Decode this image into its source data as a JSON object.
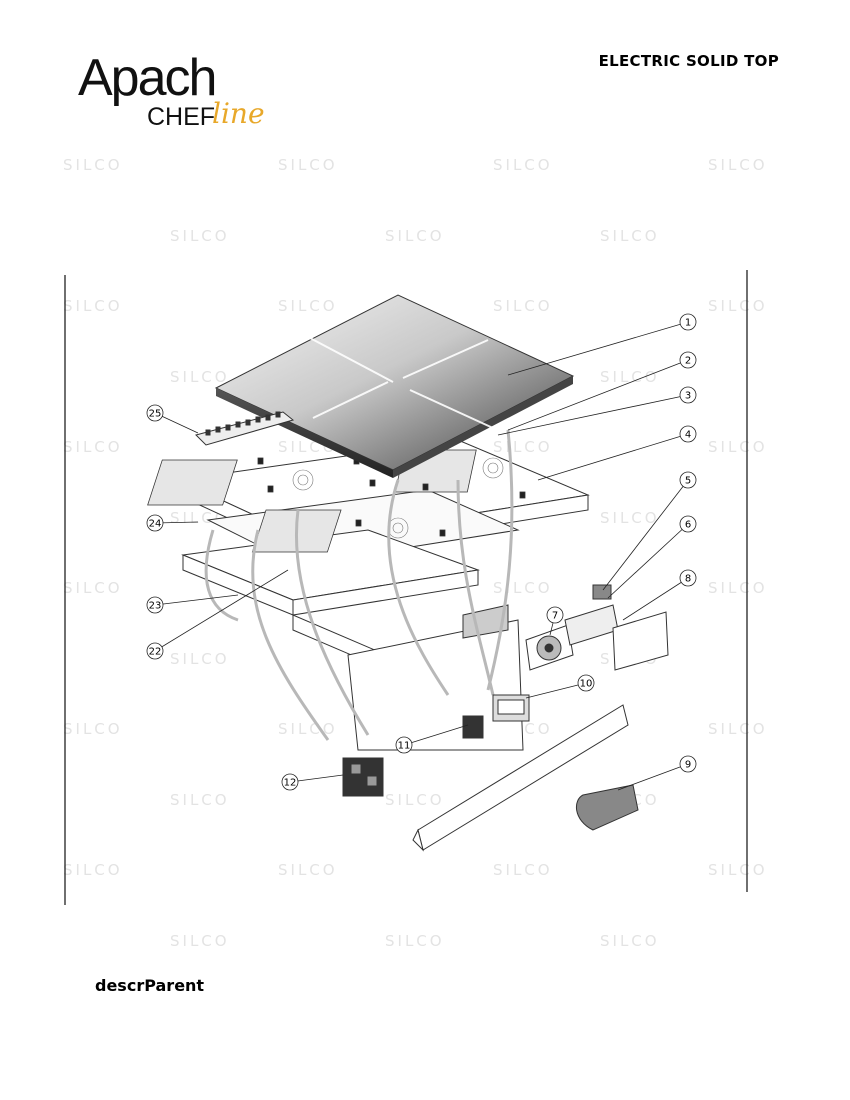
{
  "brand": {
    "name": "Apach",
    "sub_prefix": "CHEF",
    "sub_script": "line"
  },
  "header": {
    "title": "ELECTRIC SOLID TOP"
  },
  "watermark": {
    "text": "SILCO",
    "color": "#e3e3e3"
  },
  "diagram": {
    "callouts": [
      "1",
      "2",
      "3",
      "4",
      "5",
      "6",
      "7",
      "8",
      "9",
      "10",
      "11",
      "12",
      "22",
      "23",
      "24",
      "25"
    ]
  },
  "footer": {
    "label": "descrParent"
  }
}
